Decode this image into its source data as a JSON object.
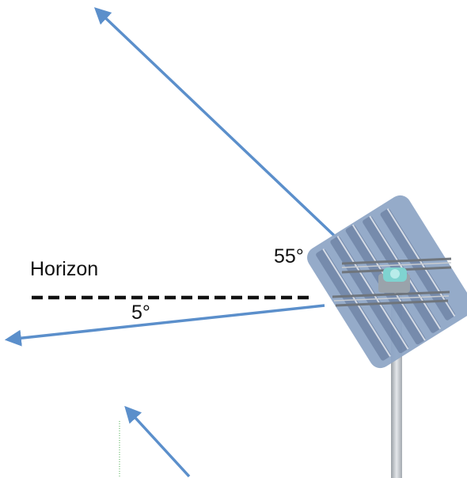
{
  "labels": {
    "horizon": "Horizon",
    "upper_angle": "55°",
    "lower_angle": "5°"
  },
  "colors": {
    "arrow": "#5b8fcb",
    "horizon_line": "#111111",
    "panel": "#8fa6c6",
    "panel_dark": "#5d7296",
    "frame": "#b9bcc0",
    "mast": "#c7cbd0",
    "sensor": "#7fd3d0",
    "guide_line": "#4caf50"
  },
  "icons": {
    "antenna": "satellite-antenna-icon"
  }
}
